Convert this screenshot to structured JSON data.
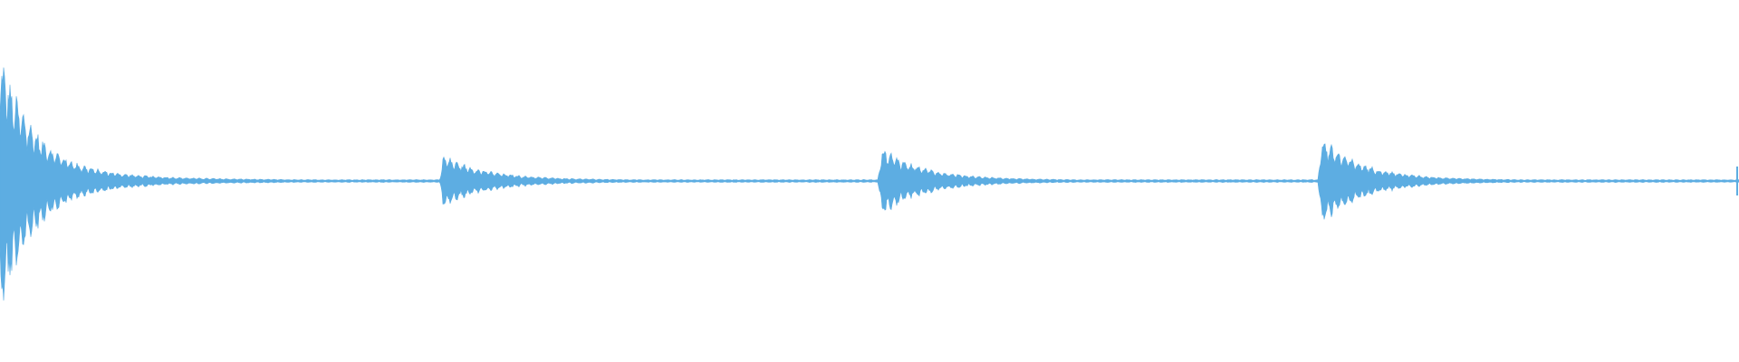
{
  "waveform": {
    "color": "#5dade2",
    "background": "#ffffff",
    "peak_amplitude": 0.7,
    "onsets": [
      0.0,
      0.253,
      0.505,
      0.758
    ],
    "onset_peaks": [
      0.7,
      0.15,
      0.2,
      0.26
    ],
    "has_playhead_marker_at_end": true
  }
}
